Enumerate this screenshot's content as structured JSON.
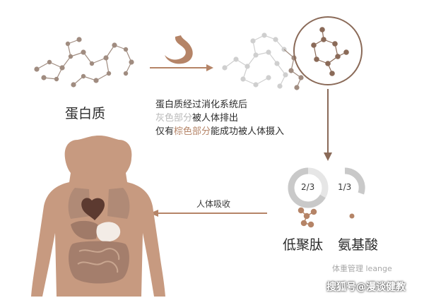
{
  "labels": {
    "protein": "蛋白质",
    "absorb": "人体吸收",
    "fraction_peptide": "2/3",
    "fraction_amino": "1/3",
    "peptide": "低聚肽",
    "amino": "氨基酸"
  },
  "description": {
    "line1": "蛋白质经过消化系统后",
    "line2_highlight": "灰色部分",
    "line2_rest": "被人体排出",
    "line3_prefix": "仅有",
    "line3_highlight": "棕色部分",
    "line3_rest": "能成功被人体摄入"
  },
  "watermark": "体重管理 leange",
  "source": "搜狐号@漫谈健教",
  "colors": {
    "brown": "#b58467",
    "dark_brown": "#8a6a58",
    "gray": "#c9c9c9",
    "body": "#c79a80",
    "organ": "#a47e6c"
  }
}
